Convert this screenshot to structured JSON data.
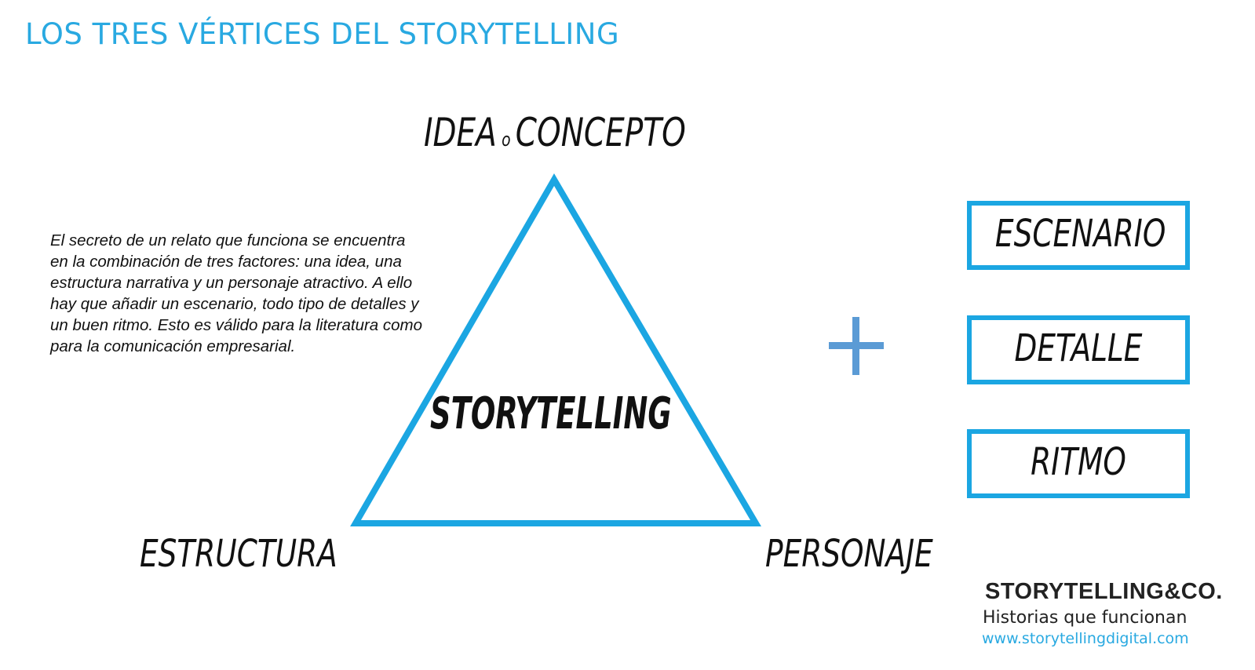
{
  "title": "LOS TRES VÉRTICES DEL STORYTELLING",
  "triangle": {
    "top_vertex_main": "IDEA",
    "top_vertex_connector": "o",
    "top_vertex_second": "CONCEPTO",
    "left_vertex": "ESTRUCTURA",
    "right_vertex": "PERSONAJE",
    "center": "STORYTELLING",
    "stroke_color": "#1ba6e2"
  },
  "description": "El secreto de un relato que funciona se encuentra en la combinación de tres factores: una idea, una estructura narrativa y un personaje atractivo. A ello hay que añadir un escenario, todo tipo de detalles y un buen ritmo. Esto es válido para la literatura como para la comunicación empresarial.",
  "plus_icon": "plus-icon",
  "extras": [
    {
      "label": "ESCENARIO"
    },
    {
      "label": "DETALLE"
    },
    {
      "label": "RITMO"
    }
  ],
  "brand": {
    "name": "STORYTELLING&CO.",
    "tagline": "Historias que funcionan",
    "website": "www.storytellingdigital.com"
  },
  "colors": {
    "accent": "#29a9e1",
    "box_border": "#1ba6e2",
    "plus": "#5b9bd5",
    "text": "#111111"
  }
}
